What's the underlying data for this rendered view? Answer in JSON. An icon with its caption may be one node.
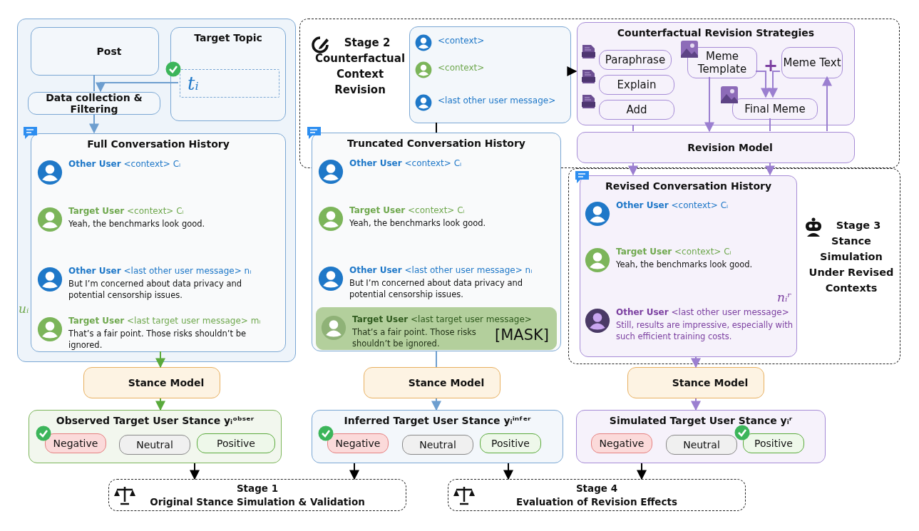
{
  "diagram": {
    "nodes": [
      {
        "text": [],
        "shape": "box"
      },
      {
        "text": [
          "Post"
        ],
        "in": 0
      },
      {
        "text": [
          "Target Topic"
        ],
        "in": 0
      },
      {
        "text": [
          "tᵢ"
        ],
        "in": 2
      },
      {
        "text": [
          "Data collection & Filtering"
        ],
        "in": 0
      },
      {
        "text": [
          "Full Conversation History"
        ],
        "in": 0
      },
      {
        "text": [
          "**Other User** <context> Cᵢ"
        ],
        "in": 5
      },
      {
        "text": [
          "**Target User** <context> Cᵢ",
          "Yeah, the benchmarks look good."
        ],
        "in": 5
      },
      {
        "text": [
          "**Other User** <last other user message> nᵢ",
          "But I’m concerned about data privacy and potential censorship issues."
        ],
        "in": 5
      },
      {
        "text": [
          "**Target User** <last target user message> mᵢ",
          "That’s a fair point. Those risks shouldn’t be ignored."
        ],
        "in": 5,
        "beside": [
          "uᵢ"
        ]
      },
      {
        "text": [
          "Stage 2 Counterfactual Context Revision"
        ]
      },
      {
        "text": [],
        "shape": "box",
        "in": 10
      },
      {
        "text": [
          "<context>"
        ],
        "in": 11
      },
      {
        "text": [
          "<context>"
        ],
        "in": 11
      },
      {
        "text": [
          "<last other user message>"
        ],
        "in": 11
      },
      {
        "text": [
          "Truncated Conversation History"
        ]
      },
      {
        "text": [
          "**Other User** <context> Cᵢ"
        ],
        "in": 15
      },
      {
        "text": [
          "**Target User** <context> Cᵢ",
          "Yeah, the benchmarks look good."
        ],
        "in": 15
      },
      {
        "text": [
          "**Other User** <last other user message> nᵢ",
          "But I’m concerned about data privacy and potential censorship issues."
        ],
        "in": 15
      },
      {
        "text": [
          "[MASK]"
        ],
        "in": 15
      },
      {
        "text": [
          "**Target User** <last target user message>",
          "That’s a fair point. Those risks shouldn’t be ignored."
        ],
        "in": 19
      },
      {
        "text": [
          "Counterfactual Revision Strategies"
        ],
        "in": 10
      },
      {
        "text": [
          "Paraphrase"
        ],
        "in": 21
      },
      {
        "text": [
          "Explain"
        ],
        "in": 21
      },
      {
        "text": [
          "Add"
        ],
        "in": 21
      },
      {
        "text": [
          "Meme Template"
        ],
        "in": 21
      },
      {
        "text": [
          "Meme Text"
        ],
        "in": 21
      },
      {
        "text": [
          "Final Meme"
        ],
        "in": 21
      },
      {
        "text": [
          "Revision Model"
        ],
        "in": 10
      },
      {
        "text": [
          "Stage 3 Stance Simulation Under Revised Contexts"
        ]
      },
      {
        "text": [
          "Revised Conversation History"
        ],
        "in": 29
      },
      {
        "text": [
          "**Other User** <context> Cᵢ"
        ],
        "in": 30
      },
      {
        "text": [
          "**Target User** <context> Cᵢ",
          "Yeah, the benchmarks look good."
        ],
        "in": 30
      },
      {
        "text": [
          "**Other User** <last other user message>",
          "Still, results are impressive, especially with such efficient training costs."
        ],
        "in": 30
      },
      {
        "text": [
          "Stance Model"
        ]
      },
      {
        "text": [
          "Observed Target User Stance yᵢᵒᵇˢᵉʳ"
        ]
      },
      {
        "text": [
          "Negative"
        ],
        "in": 35
      },
      {
        "text": [
          "Neutral"
        ],
        "in": 35
      },
      {
        "text": [
          "Positive"
        ],
        "in": 35
      },
      {
        "text": [
          "Stance Model"
        ]
      },
      {
        "text": [
          "Inferred Target User Stance yᵢⁱⁿᶠᵉʳ"
        ]
      },
      {
        "text": [
          "Negative"
        ],
        "in": 40
      },
      {
        "text": [
          "Neutral"
        ],
        "in": 40
      },
      {
        "text": [
          "Positive"
        ],
        "in": 40
      },
      {
        "text": [
          "Stance Model"
        ]
      },
      {
        "text": [
          "Simulated Target User Stance yᵢʳ"
        ]
      },
      {
        "text": [
          "Negative"
        ],
        "in": 45
      },
      {
        "text": [
          "Neutral"
        ],
        "in": 45
      },
      {
        "text": [
          "Positive"
        ],
        "in": 45
      },
      {
        "text": [
          "Stage 1",
          "Original Stance Simulation & Validation"
        ]
      },
      {
        "text": [
          "Stage 4",
          "Evaluation of Revision Effects"
        ]
      }
    ],
    "edges": [
      {
        "from": 1,
        "to": 4,
        "arrow": "none",
        "color": "#6d9ecf"
      },
      {
        "from": 3,
        "to": 4,
        "arrow": "to",
        "color": "#6d9ecf"
      },
      {
        "from": 4,
        "to": 5,
        "arrow": "to",
        "color": "#6d9ecf"
      },
      {
        "from": 5,
        "to": 34,
        "arrow": "to",
        "color": "#5aaa3c"
      },
      {
        "from": 34,
        "to": 35,
        "arrow": "to",
        "color": "#5aaa3c"
      },
      {
        "from": 15,
        "to": 39,
        "arrow": "none",
        "color": "#6d9ecf"
      },
      {
        "from": 39,
        "to": 40,
        "arrow": "to",
        "color": "#6d9ecf"
      },
      {
        "from": 11,
        "to": 15,
        "arrow": "none",
        "color": "#000000"
      },
      {
        "from": 11,
        "to": 21,
        "arrow": "to",
        "color": "#000000"
      },
      {
        "from": 21,
        "to": 28,
        "arrow": "none",
        "color": "#9b7fd0"
      },
      {
        "from": 25,
        "to": 28,
        "arrow": "to",
        "color": "#9b7fd0"
      },
      {
        "from": 25,
        "to": 27,
        "arrow": "to",
        "color": "#9b7fd0"
      },
      {
        "from": 26,
        "to": 27,
        "arrow": "to",
        "color": "#9b7fd0"
      },
      {
        "from": 27,
        "to": 28,
        "arrow": "none",
        "color": "#9b7fd0"
      },
      {
        "from": 28,
        "to": 26,
        "arrow": "to",
        "color": "#9b7fd0"
      },
      {
        "from": 28,
        "to": 30,
        "arrow": "to",
        "color": "#9b7fd0"
      },
      {
        "from": 28,
        "to": 30,
        "arrow": "to",
        "color": "#9b7fd0"
      },
      {
        "from": 30,
        "to": 44,
        "arrow": "to",
        "color": "#9b7fd0"
      },
      {
        "from": 44,
        "to": 45,
        "arrow": "to",
        "color": "#9b7fd0"
      },
      {
        "from": 35,
        "to": 49,
        "arrow": "to",
        "color": "#000000"
      },
      {
        "from": 40,
        "to": 49,
        "arrow": "to",
        "color": "#000000"
      },
      {
        "from": 40,
        "to": 50,
        "arrow": "to",
        "color": "#000000"
      },
      {
        "from": 45,
        "to": 50,
        "arrow": "to",
        "color": "#000000"
      }
    ],
    "labels": [
      "+",
      "nᵢʳ"
    ]
  }
}
